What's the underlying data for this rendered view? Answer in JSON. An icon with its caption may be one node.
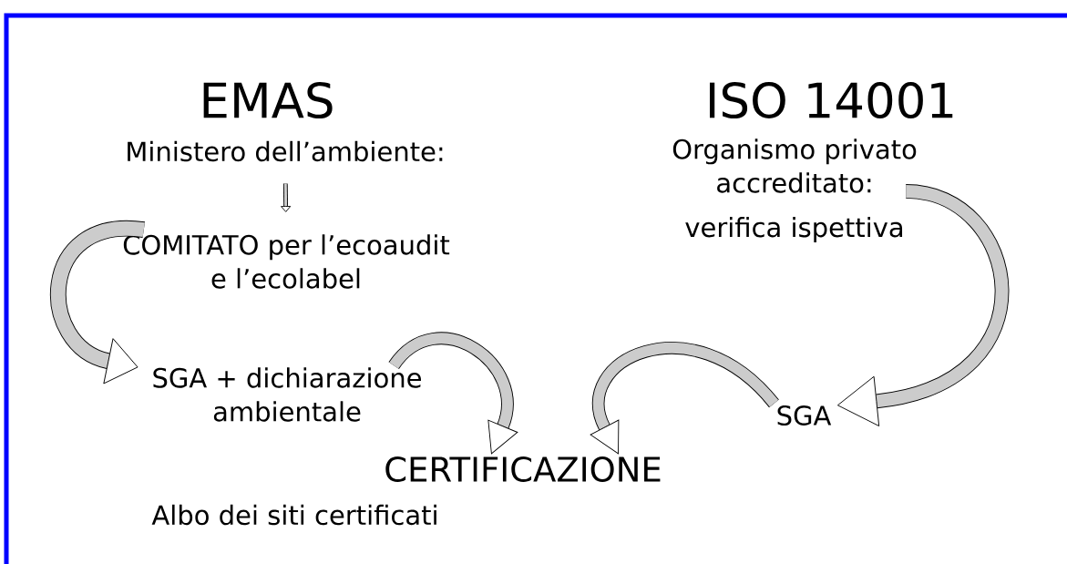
{
  "diagram": {
    "nodes": [
      {
        "text": [
          "EMAS"
        ]
      },
      {
        "text": [
          "Ministero dell’ambiente:"
        ]
      },
      {
        "text": [
          "COMITATO per l’ecoaudit e l’ecolabel"
        ]
      },
      {
        "text": [
          "SGA + dichiarazione ambientale"
        ]
      },
      {
        "text": [
          "CERTIFICAZIONE"
        ]
      },
      {
        "text": [
          "Albo dei siti certificati"
        ]
      },
      {
        "text": [
          "ISO 14001"
        ]
      },
      {
        "text": [
          "Organismo privato accreditato:"
        ]
      },
      {
        "text": [
          "verifica ispettiva"
        ]
      },
      {
        "text": [
          "SGA"
        ]
      }
    ],
    "edges": [
      {
        "from": 1,
        "to": 2,
        "arrow": "to"
      },
      {
        "from": 2,
        "to": 3,
        "arrow": "to"
      },
      {
        "from": 3,
        "to": 4,
        "arrow": "to"
      },
      {
        "from": 9,
        "to": 4,
        "arrow": "to"
      },
      {
        "from": 7,
        "to": 9,
        "arrow": "to"
      }
    ]
  }
}
